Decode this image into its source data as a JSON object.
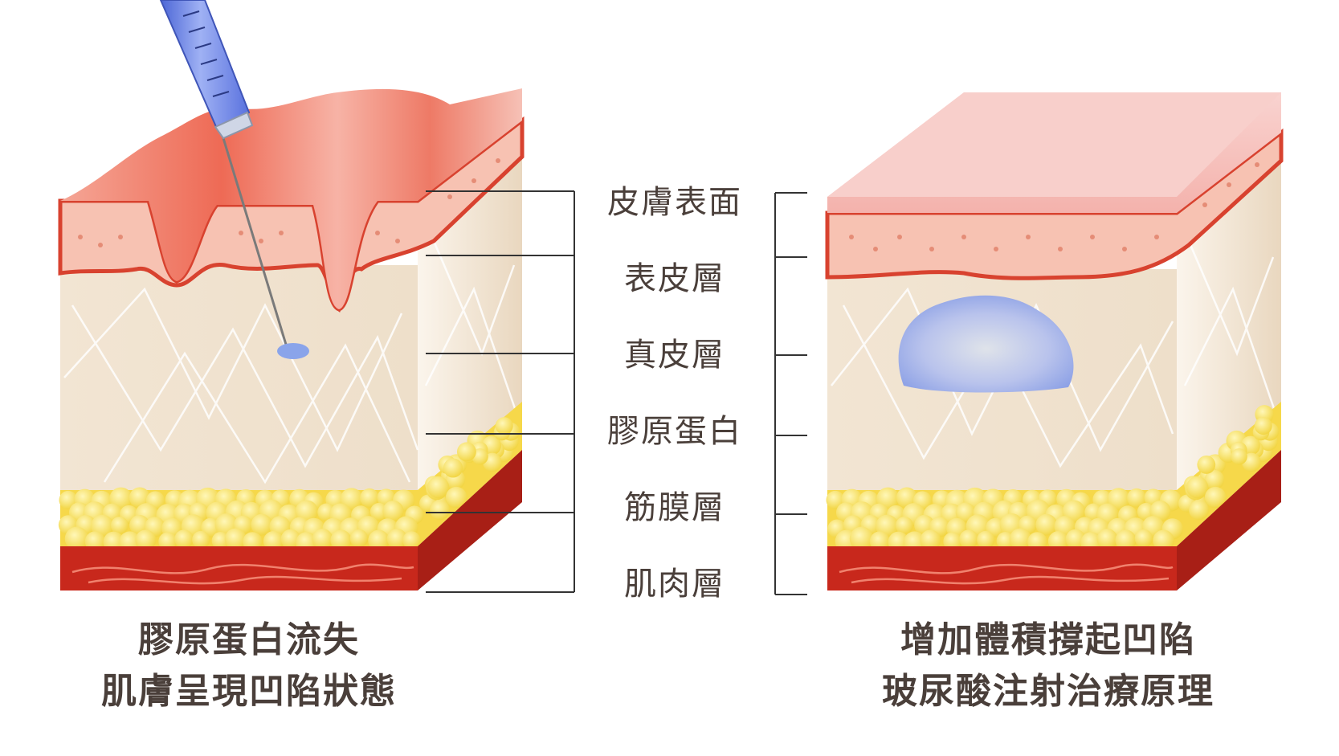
{
  "layer_labels": [
    "皮膚表面",
    "表皮層",
    "真皮層",
    "膠原蛋白",
    "筋膜層",
    "肌肉層"
  ],
  "left_caption": {
    "line1": "膠原蛋白流失",
    "line2": "肌膚呈現凹陷狀態"
  },
  "right_caption": {
    "line1": "增加體積撐起凹陷",
    "line2": "玻尿酸注射治療原理"
  },
  "colors": {
    "skin_surface": "#f08a78",
    "skin_top_right": "#f6c3bf",
    "epidermis": "#f7c2b2",
    "epidermis_border": "#d8422f",
    "dermis": "#f1e3d0",
    "fat": "#f8e05a",
    "muscle": "#c8281c",
    "filler": "#9fb1ea",
    "syringe": "#6f86e8",
    "text": "#4a3f3a",
    "line": "#333333"
  }
}
